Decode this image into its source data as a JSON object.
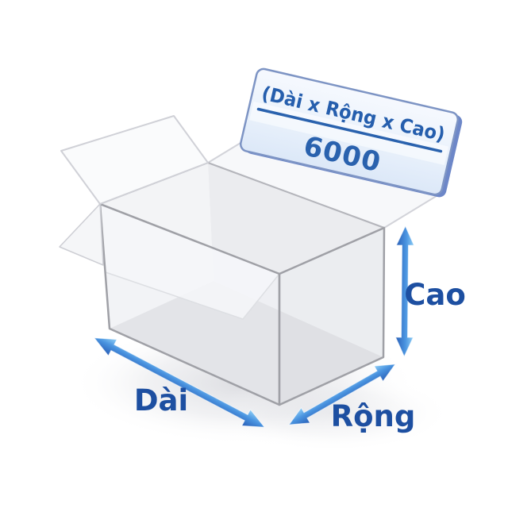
{
  "illustration": {
    "banner": {
      "title": "(Dài x Rộng x Cao)",
      "value": "6000"
    },
    "labels": {
      "length": "Dài",
      "width": "Rộng",
      "height": "Cao"
    },
    "colors": {
      "label_text": "#1d4fa1",
      "banner_text": "#2a62ae",
      "banner_fill_light": "#f6f9fe",
      "banner_fill_dark": "#dce8f8",
      "banner_border": "#7d94c4",
      "banner_side_edge": "#6d87c8",
      "arrow_light": "#8ecdf6",
      "arrow_mid": "#4a94e0",
      "arrow_dark": "#2a60b8",
      "box_edge": "#9fa0a6",
      "box_interior": "#d2d3d7",
      "background": "#ffffff"
    }
  }
}
